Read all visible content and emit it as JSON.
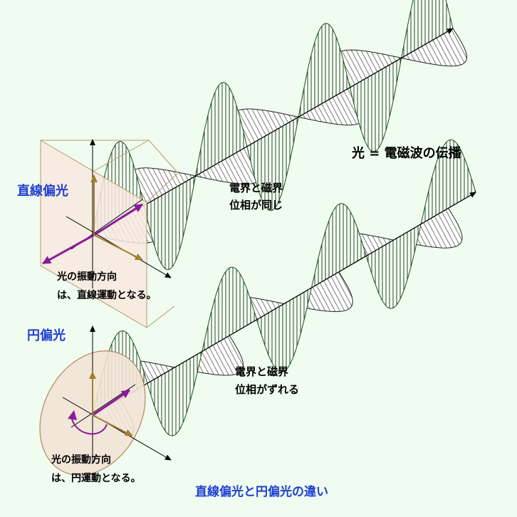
{
  "labels": {
    "title_propagation": "光 = 電磁波の伝播",
    "linear_polarization": "直線偏光",
    "circular_polarization": "円偏光",
    "linear_fields_line1": "電界と磁界",
    "linear_fields_line2": "位相が同じ",
    "circular_fields_line1": "電界と磁界",
    "circular_fields_line2": "位相がずれる",
    "linear_note_line1": "光の振動方向",
    "linear_note_line2": "は、直線運動となる。",
    "circular_note_line1": "光の振動方向",
    "circular_note_line2": "は、円運動となる。",
    "caption": "直線偏光と円偏光の違い"
  },
  "colors": {
    "background": "#effcef",
    "heading_blue": "#1f3fd0",
    "plane_fill": "#f7e9df",
    "plane_stroke": "#b89a6a",
    "ellipse_fill": "#f2e3d6",
    "ellipse_stroke": "#b08860",
    "vector_purple": "#8a1a9a",
    "gold": "#a08030",
    "hatch_green": "#1d4a1d",
    "hatch_gray": "#333333"
  }
}
